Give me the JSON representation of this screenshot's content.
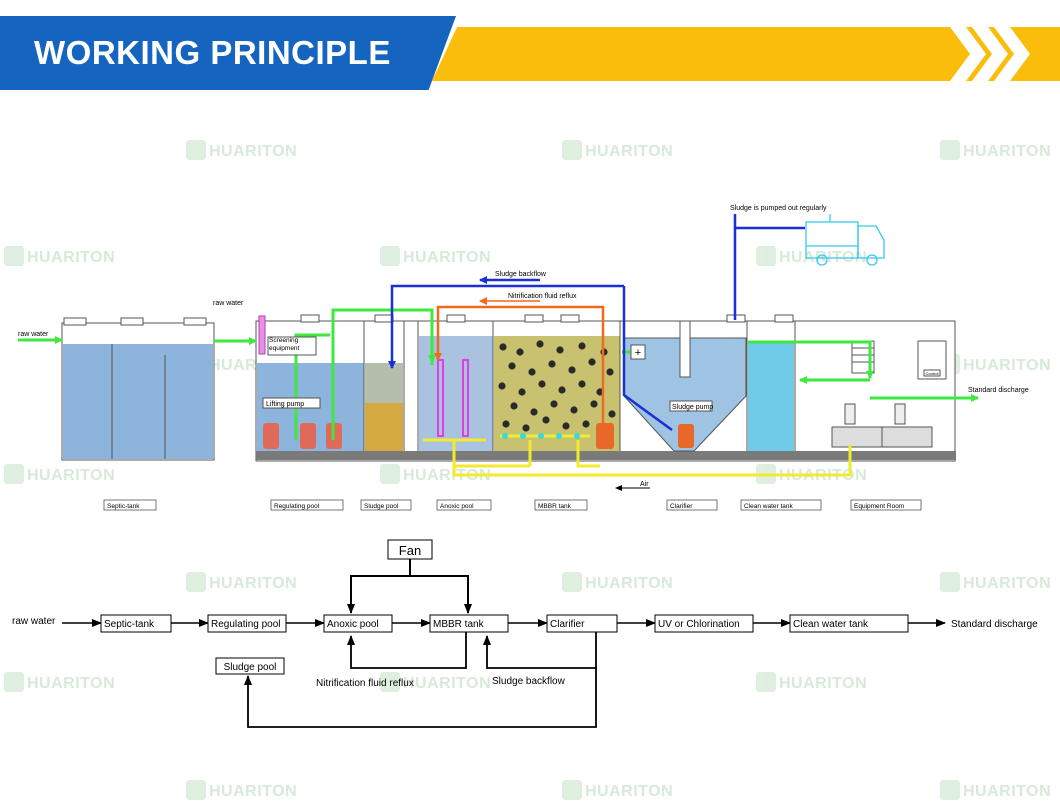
{
  "header": {
    "title": "WORKING PRINCIPLE"
  },
  "watermark": {
    "text": "HUARITON"
  },
  "colors": {
    "banner_blue": "#1565c0",
    "banner_yellow": "#fbbd0b",
    "water_flow": "#3ee83e",
    "sludge_backflow": "#1a2fd6",
    "nitrification_reflux": "#ef6a1e",
    "air": "#f2ea2a",
    "tank_water": "#8cb4dc"
  },
  "schematic": {
    "raw_water_left": "raw water",
    "raw_water_top": "raw water",
    "sludge_backflow": "Sludge backflow",
    "nitrification_fluid_reflux": "Nitrification fluid reflux",
    "sludge_pumped_out": "Sludge is pumped out regularly",
    "screening_equipment": "Screening equipment",
    "lifting_pump": "Lifting pump",
    "sludge_pump": "Sludge pump",
    "standard_discharge": "Standard discharge",
    "air": "Air",
    "plus_sign": "+",
    "control_panel_label": "Control",
    "tanks": [
      "Septic-tank",
      "Regulating pool",
      "Sludge pool",
      "Anoxic pool",
      "MBBR tank",
      "Clarifier",
      "Clean water tank",
      "Equipment Room"
    ]
  },
  "flowchart": {
    "raw_water": "raw water",
    "fan": "Fan",
    "nodes": [
      "Septic-tank",
      "Regulating pool",
      "Anoxic pool",
      "MBBR tank",
      "Clarifier",
      "UV or Chlorination",
      "Clean water tank"
    ],
    "sludge_pool": "Sludge pool",
    "standard_discharge": "Standard discharge",
    "nitrification_fluid_reflux": "Nitrification fluid reflux",
    "sludge_backflow": "Sludge backflow"
  }
}
